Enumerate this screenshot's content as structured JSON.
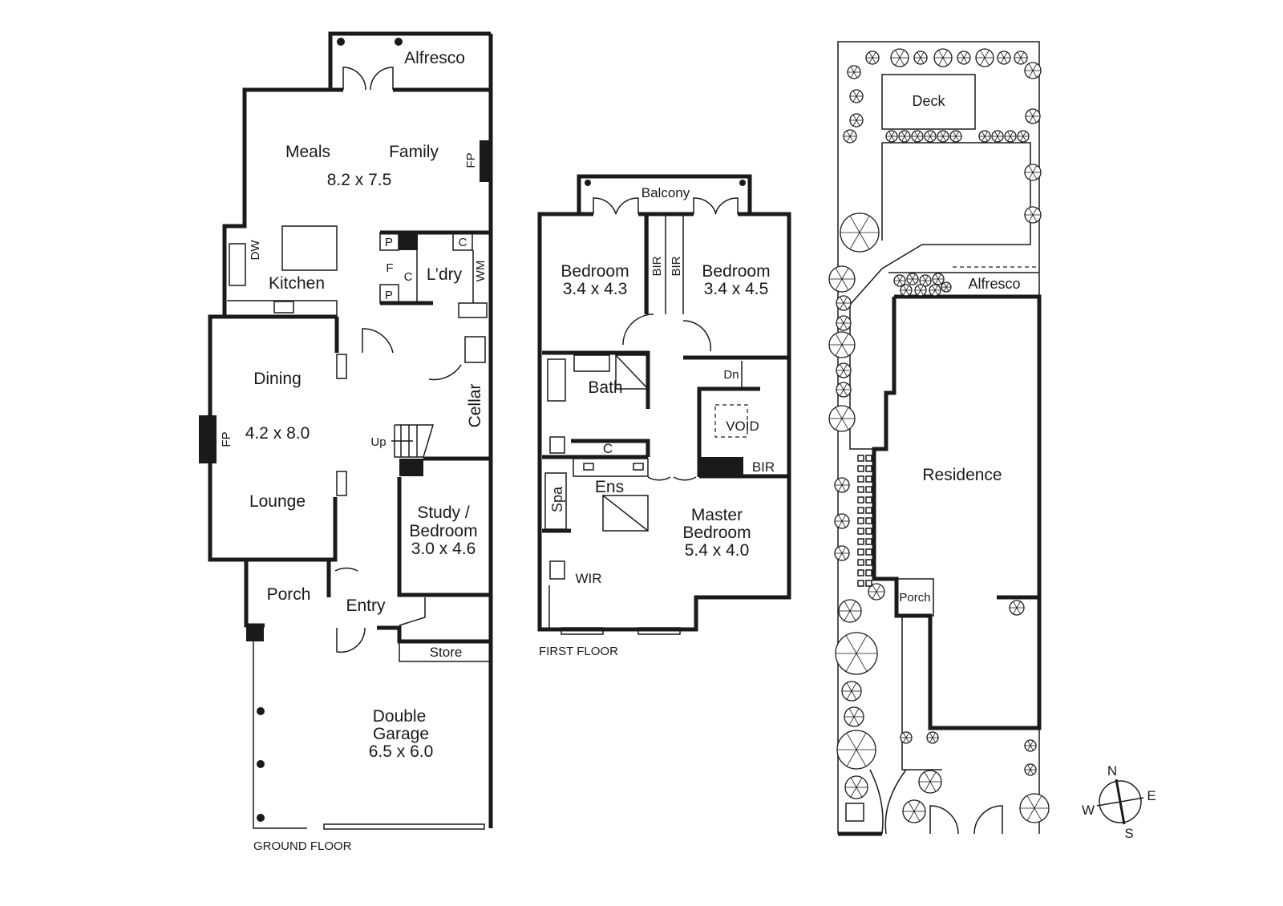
{
  "ground_floor": {
    "caption": "GROUND FLOOR",
    "rooms": {
      "alfresco": "Alfresco",
      "meals": "Meals",
      "family": "Family",
      "meals_family_size": "8.2 x 7.5",
      "fp_top": "FP",
      "dw": "DW",
      "kitchen": "Kitchen",
      "p1": "P",
      "c1": "C",
      "f": "F",
      "c2": "C",
      "p2": "P",
      "laundry": "L’dry",
      "wm": "WM",
      "dining": "Dining",
      "fp_left": "FP",
      "dining_lounge_size": "4.2 x 8.0",
      "lounge": "Lounge",
      "cellar": "Cellar",
      "up": "Up",
      "study": "Study /",
      "study_bedroom": "Bedroom",
      "study_size": "3.0 x 4.6",
      "porch": "Porch",
      "entry": "Entry",
      "store": "Store",
      "garage_1": "Double",
      "garage_2": "Garage",
      "garage_size": "6.5 x 6.0"
    }
  },
  "first_floor": {
    "caption": "FIRST FLOOR",
    "rooms": {
      "balcony": "Balcony",
      "bedroom_a": "Bedroom",
      "bedroom_a_size": "3.4 x 4.3",
      "bir_a": "BIR",
      "bir_b": "BIR",
      "bedroom_b": "Bedroom",
      "bedroom_b_size": "3.4 x 4.5",
      "bath": "Bath",
      "dn": "Dn",
      "void": "VOID",
      "c": "C",
      "bir_master": "BIR",
      "spa": "Spa",
      "ens": "Ens",
      "master_1": "Master",
      "master_2": "Bedroom",
      "master_size": "5.4 x 4.0",
      "wir": "WIR"
    }
  },
  "site_plan": {
    "deck": "Deck",
    "alfresco": "Alfresco",
    "residence": "Residence",
    "porch": "Porch"
  },
  "compass": {
    "n": "N",
    "e": "E",
    "s": "S",
    "w": "W"
  }
}
